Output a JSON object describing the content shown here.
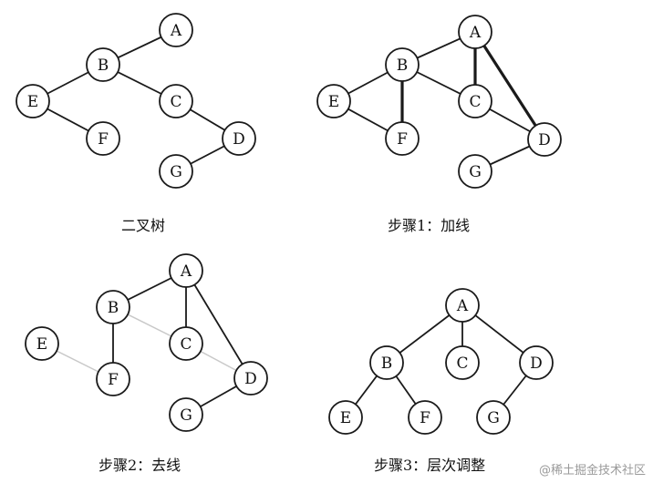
{
  "panels": [
    {
      "caption": "二叉树",
      "nodes": {
        "A": "A",
        "B": "B",
        "C": "C",
        "D": "D",
        "E": "E",
        "F": "F",
        "G": "G"
      },
      "edges": [
        [
          "A",
          "B",
          "normal"
        ],
        [
          "B",
          "E",
          "normal"
        ],
        [
          "B",
          "C",
          "normal"
        ],
        [
          "E",
          "F",
          "normal"
        ],
        [
          "C",
          "D",
          "normal"
        ],
        [
          "D",
          "G",
          "normal"
        ]
      ]
    },
    {
      "caption": "步骤1：加线",
      "nodes": {
        "A": "A",
        "B": "B",
        "C": "C",
        "D": "D",
        "E": "E",
        "F": "F",
        "G": "G"
      },
      "edges": [
        [
          "A",
          "B",
          "normal"
        ],
        [
          "B",
          "E",
          "normal"
        ],
        [
          "B",
          "C",
          "normal"
        ],
        [
          "E",
          "F",
          "normal"
        ],
        [
          "C",
          "D",
          "normal"
        ],
        [
          "D",
          "G",
          "normal"
        ],
        [
          "B",
          "F",
          "bold"
        ],
        [
          "A",
          "C",
          "bold"
        ],
        [
          "A",
          "D",
          "bold"
        ]
      ]
    },
    {
      "caption": "步骤2：去线",
      "nodes": {
        "A": "A",
        "B": "B",
        "C": "C",
        "D": "D",
        "E": "E",
        "F": "F",
        "G": "G"
      },
      "edges": [
        [
          "A",
          "B",
          "normal"
        ],
        [
          "B",
          "F",
          "normal"
        ],
        [
          "A",
          "C",
          "normal"
        ],
        [
          "A",
          "D",
          "normal"
        ],
        [
          "D",
          "G",
          "normal"
        ],
        [
          "B",
          "C",
          "faint"
        ],
        [
          "C",
          "D",
          "faint"
        ],
        [
          "E",
          "F",
          "faint"
        ]
      ]
    },
    {
      "caption": "步骤3：层次调整",
      "nodes": {
        "A": "A",
        "B": "B",
        "C": "C",
        "D": "D",
        "E": "E",
        "F": "F",
        "G": "G"
      },
      "edges": [
        [
          "A",
          "B",
          "normal"
        ],
        [
          "A",
          "C",
          "normal"
        ],
        [
          "A",
          "D",
          "normal"
        ],
        [
          "B",
          "E",
          "normal"
        ],
        [
          "B",
          "F",
          "normal"
        ],
        [
          "D",
          "G",
          "normal"
        ]
      ]
    }
  ],
  "watermark": "@稀土掘金技术社区"
}
